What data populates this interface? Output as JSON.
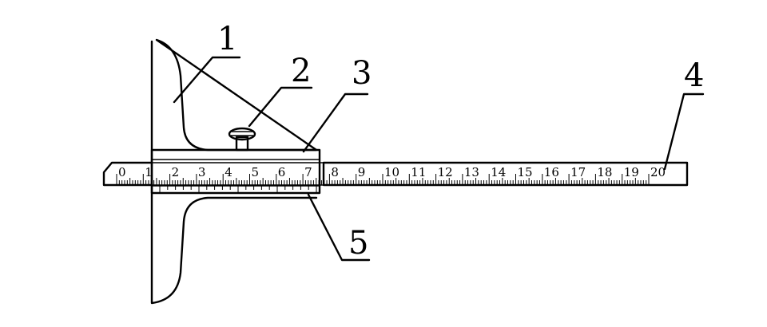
{
  "diagram": {
    "callouts": [
      "1",
      "2",
      "3",
      "4",
      "5"
    ],
    "main_scale_numbers": [
      "0",
      "1",
      "2",
      "3",
      "4",
      "5",
      "6",
      "7",
      "8",
      "9",
      "10",
      "11",
      "12",
      "13",
      "14",
      "15",
      "16",
      "17",
      "18",
      "19",
      "20"
    ]
  }
}
